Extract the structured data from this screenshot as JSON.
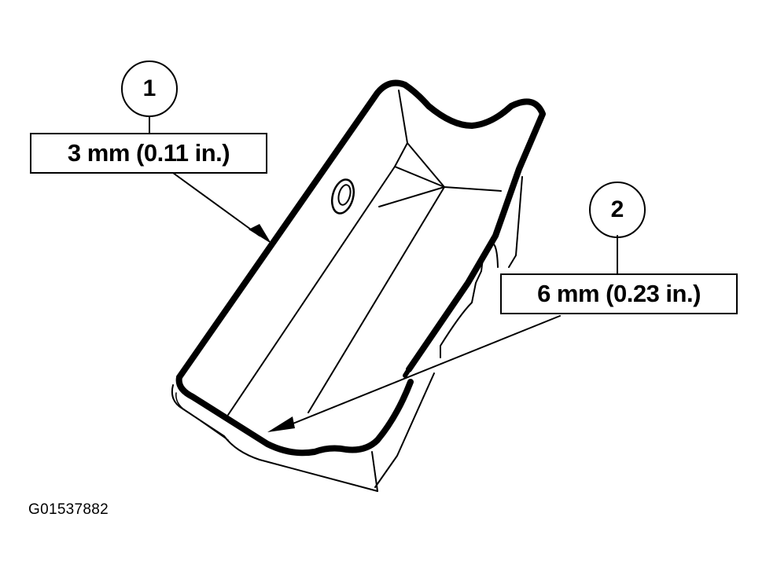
{
  "diagram": {
    "subject": "oil pan with sealant bead",
    "callouts": [
      {
        "number": "1",
        "label": "3 mm (0.11 in.)"
      },
      {
        "number": "2",
        "label": "6 mm (0.23 in.)"
      }
    ],
    "figure_id": "G01537882",
    "colors": {
      "ink": "#000000",
      "background": "#ffffff"
    }
  }
}
